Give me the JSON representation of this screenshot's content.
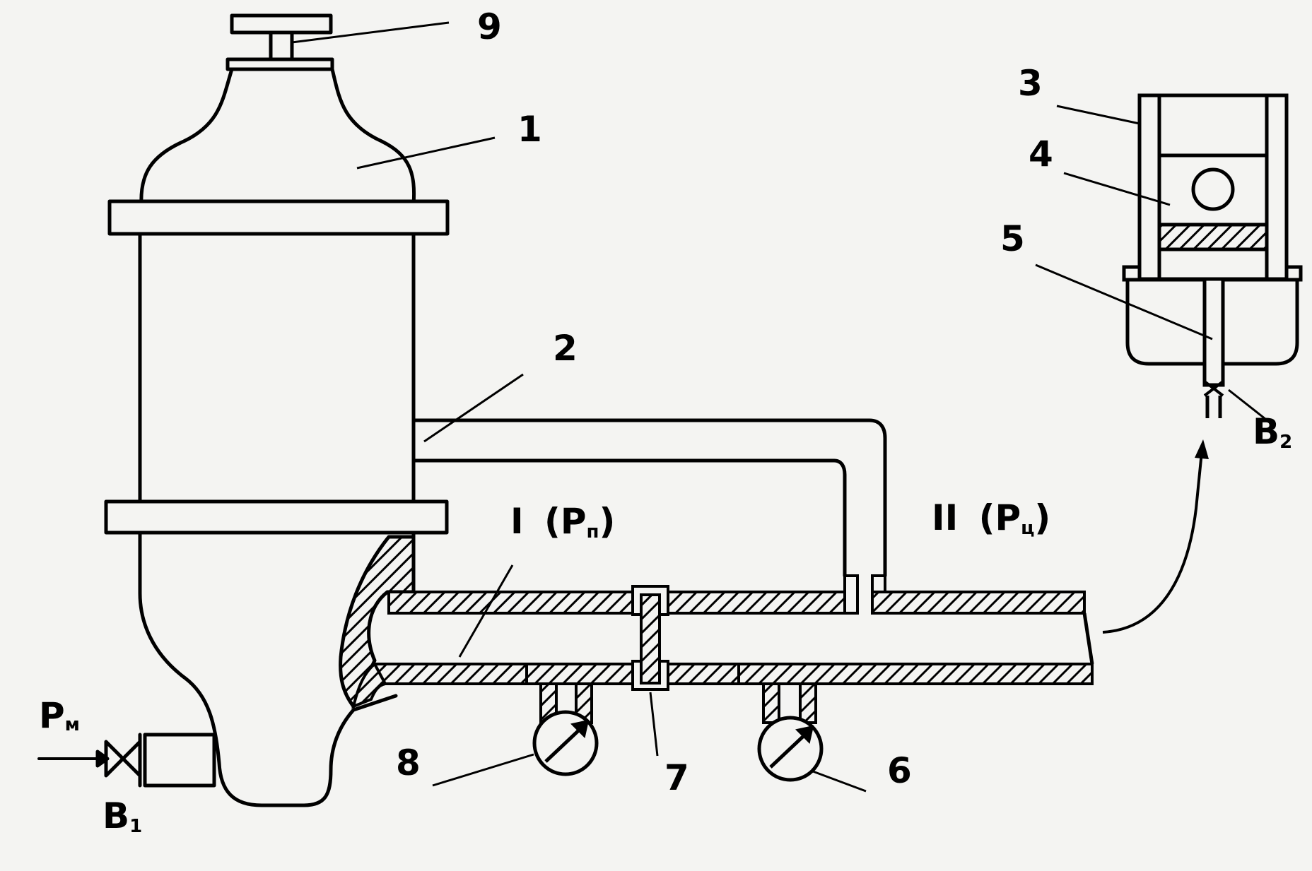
{
  "labels": {
    "vessel": "1",
    "pipe": "2",
    "cylinder": "3",
    "piston": "4",
    "rod": "5",
    "gauge_right": "6",
    "throttle": "7",
    "gauge_left": "8",
    "cap": "9"
  },
  "zones": {
    "zone1": {
      "roman": "I",
      "open": "(P",
      "sub": "п",
      "close": ")"
    },
    "zone2": {
      "roman": "II",
      "open": "(P",
      "sub": "ц",
      "close": ")"
    }
  },
  "inlet": {
    "pressure": "P",
    "pressure_sub": "м"
  },
  "valves": {
    "v1": {
      "letter": "B",
      "sub": "1"
    },
    "v2": {
      "letter": "B",
      "sub": "2"
    }
  },
  "colors": {
    "ink": "#000000",
    "paper": "#f4f4f2"
  }
}
